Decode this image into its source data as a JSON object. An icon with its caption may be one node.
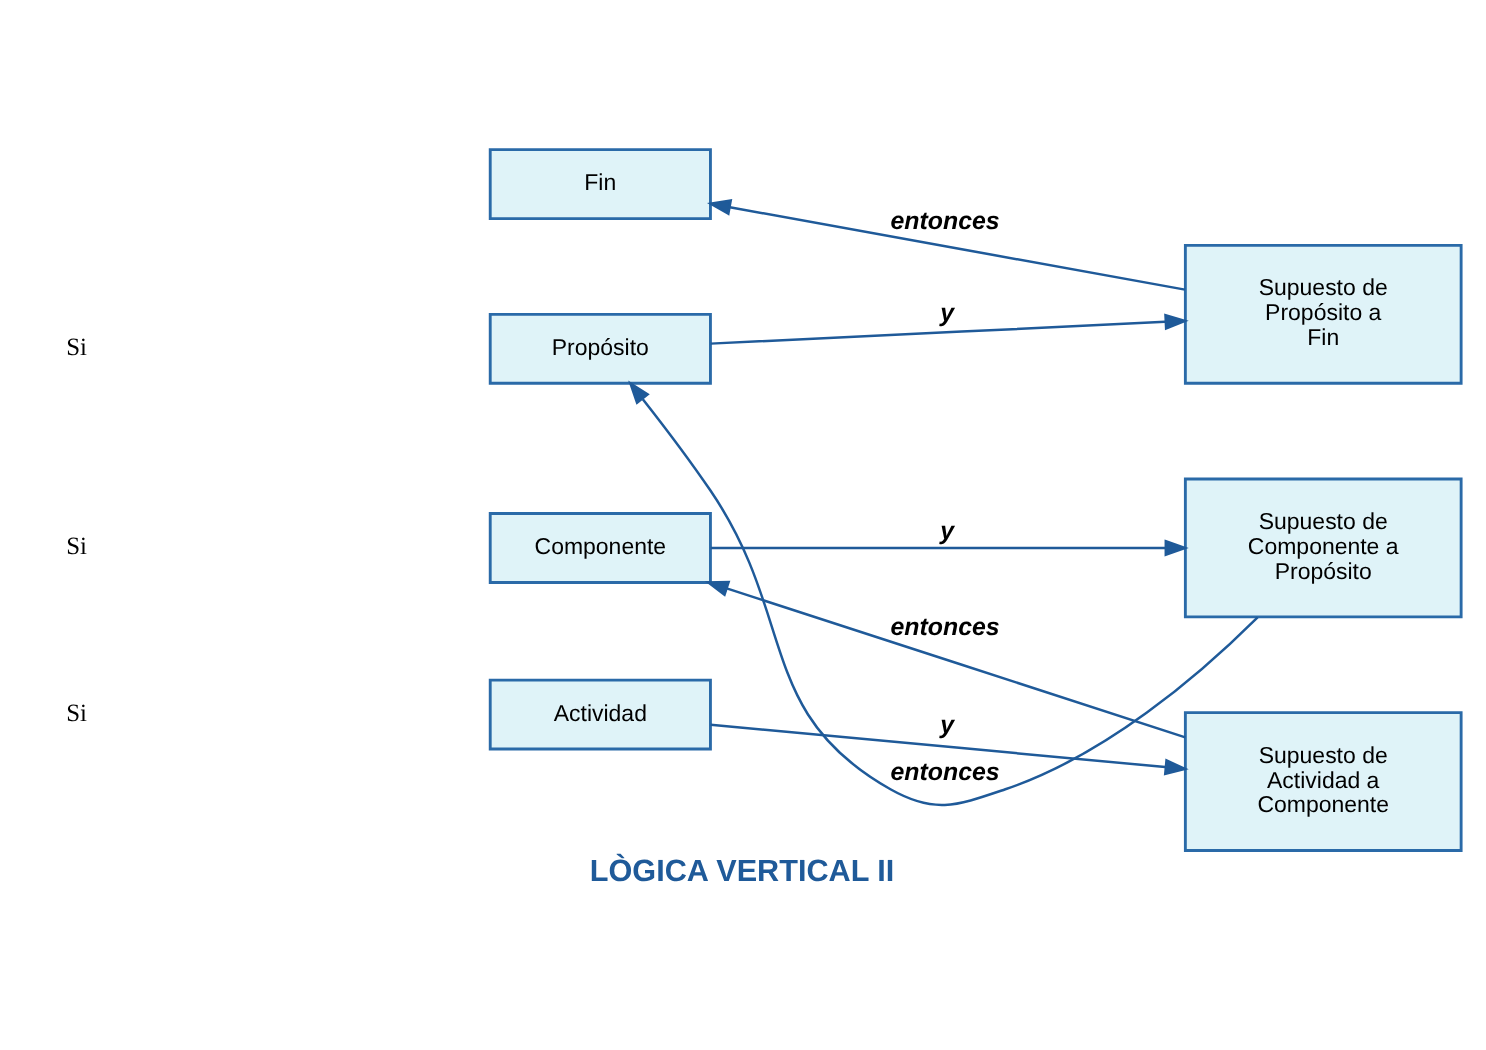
{
  "diagram": {
    "title": "LÒGICA VERTICAL II",
    "nodes": [
      {
        "text": [
          "Fin"
        ]
      },
      {
        "text": [
          "Propósito"
        ]
      },
      {
        "text": [
          "Componente"
        ]
      },
      {
        "text": [
          "Actividad"
        ]
      },
      {
        "text": [
          "Supuesto de Propósito a Fin"
        ]
      },
      {
        "text": [
          "Supuesto de Componente a Propósito"
        ]
      },
      {
        "text": [
          "Supuesto de Actividad a Componente"
        ]
      }
    ],
    "edges": [
      {
        "from": 4,
        "to": 0,
        "arrow": "to",
        "label": "entonces"
      },
      {
        "from": 1,
        "to": 4,
        "arrow": "to",
        "label": "y"
      },
      {
        "from": 5,
        "to": 1,
        "arrow": "to",
        "label": "entonces"
      },
      {
        "from": 2,
        "to": 5,
        "arrow": "to",
        "label": "y"
      },
      {
        "from": 6,
        "to": 2,
        "arrow": "to",
        "label": "entonces"
      },
      {
        "from": 3,
        "to": 6,
        "arrow": "to",
        "label": "y"
      }
    ],
    "labels": [
      "Si",
      "Si",
      "Si"
    ]
  }
}
